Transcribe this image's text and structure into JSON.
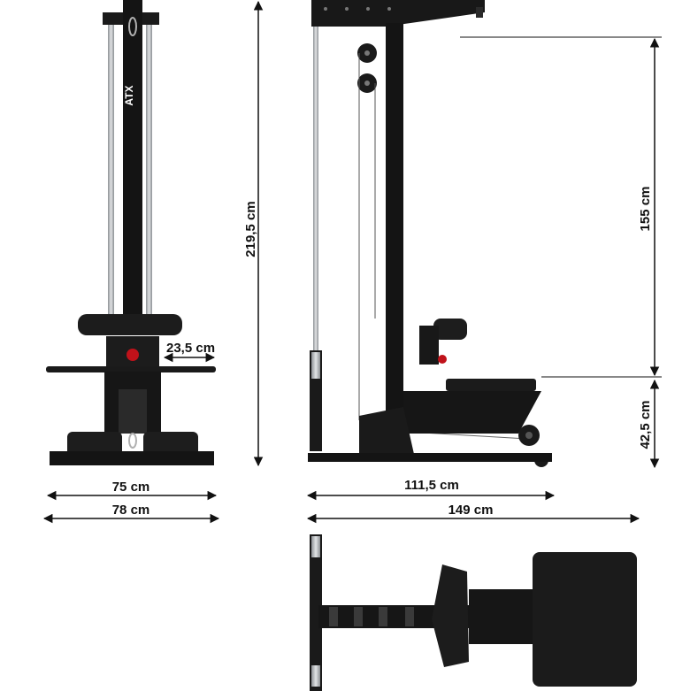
{
  "dimensions": {
    "front_height": "219,5 cm",
    "seat_width": "23,5 cm",
    "base_width_inner": "75 cm",
    "base_width_outer": "78 cm",
    "side_cable_height": "155 cm",
    "side_seat_height": "42,5 cm",
    "side_length_inner": "111,5 cm",
    "side_length_outer": "149 cm"
  },
  "brand_mark": "ATX",
  "colors": {
    "frame": "#1a1a1a",
    "accent_red": "#c0121a",
    "chrome": "#b9bcbf",
    "dimension_line": "#111111"
  }
}
